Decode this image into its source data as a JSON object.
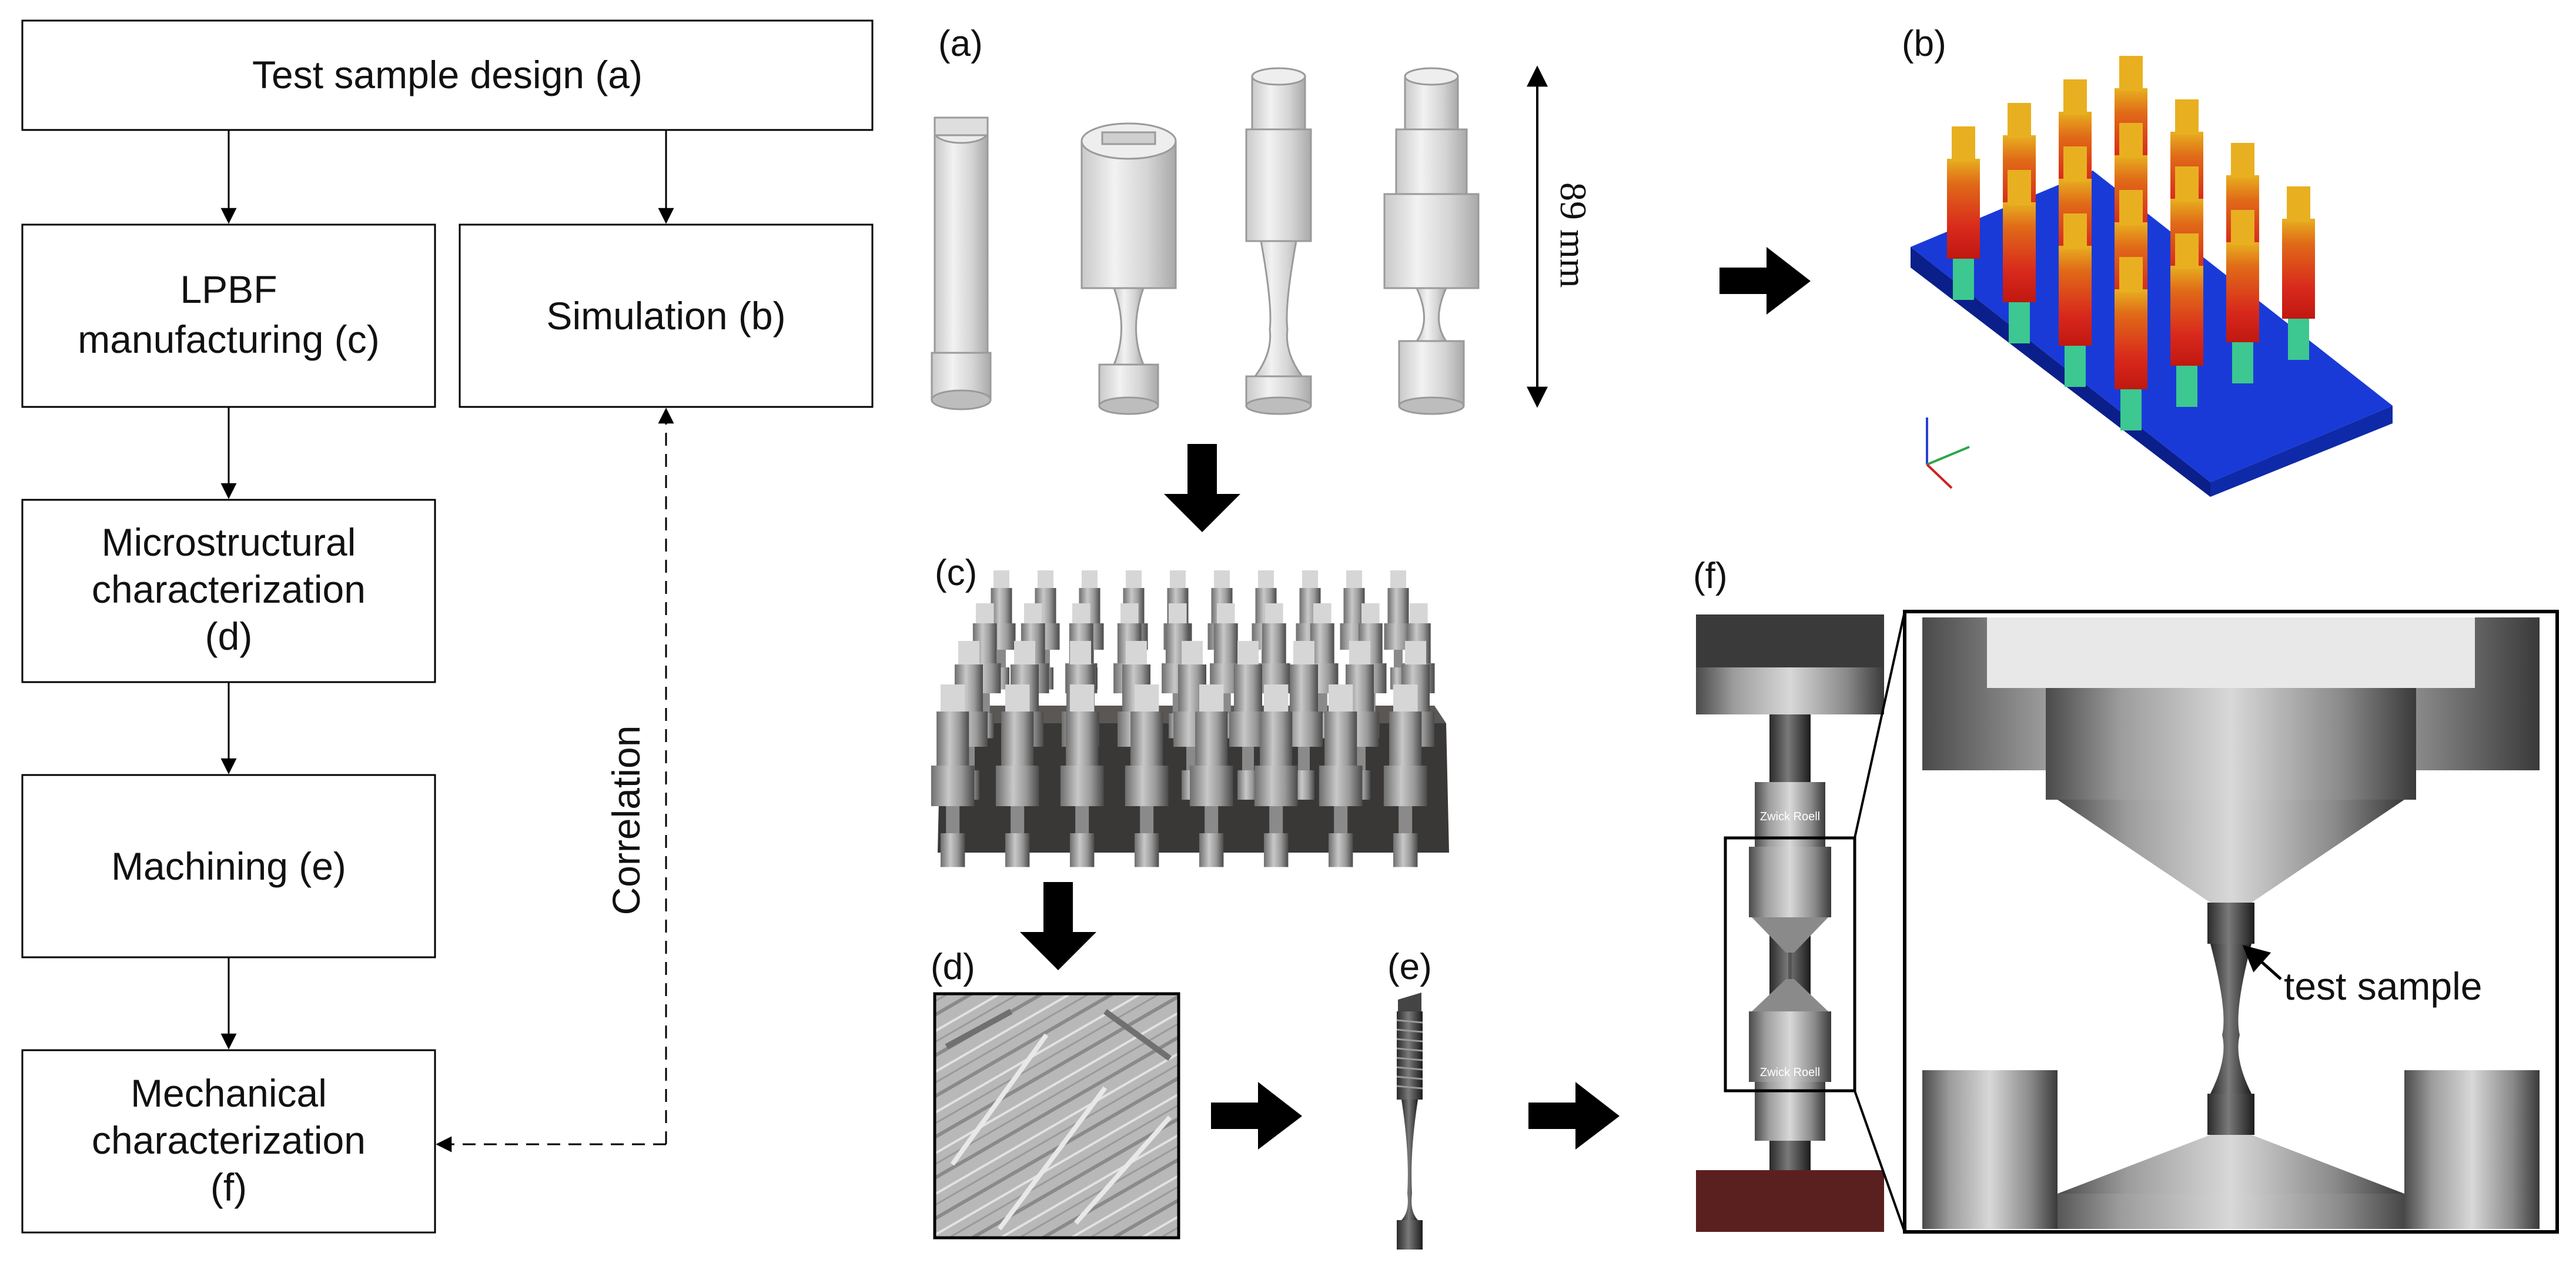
{
  "flowchart": {
    "test_sample_design": "Test sample design (a)",
    "lpbf_line1": "LPBF",
    "lpbf_line2": "manufacturing (c)",
    "simulation": "Simulation (b)",
    "micro_line1": "Microstructural",
    "micro_line2": "characterization",
    "micro_line3": "(d)",
    "machining": "Machining (e)",
    "mech_line1": "Mechanical",
    "mech_line2": "characterization",
    "mech_line3": "(f)",
    "correlation": "Correlation"
  },
  "panels": {
    "a": "(a)",
    "b": "(b)",
    "c": "(c)",
    "d": "(d)",
    "e": "(e)",
    "f": "(f)"
  },
  "dimension_label": "89 mm",
  "callout": "test sample",
  "machine_brand": "Zwick Roell",
  "colors": {
    "build_plate": "#1433c8",
    "sample_hot": "#d8281c",
    "sample_top": "#e8b020",
    "support_green": "#3cc890"
  }
}
